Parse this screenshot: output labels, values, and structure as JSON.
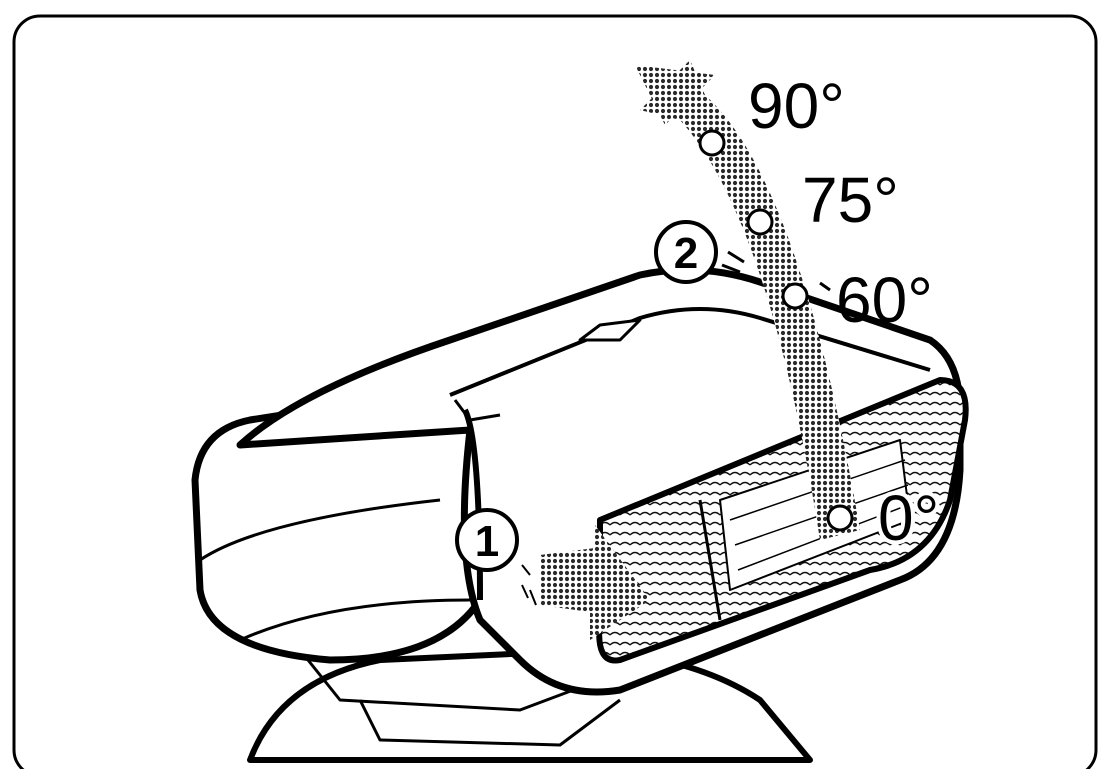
{
  "diagram": {
    "step_labels": {
      "step1": "1",
      "step2": "2"
    },
    "angle_labels": {
      "a90": "90°",
      "a75": "75°",
      "a60": "60°",
      "a0": "0°"
    },
    "colors": {
      "ink": "#000000",
      "paper": "#ffffff",
      "halftone": "#3a3a3a"
    }
  }
}
